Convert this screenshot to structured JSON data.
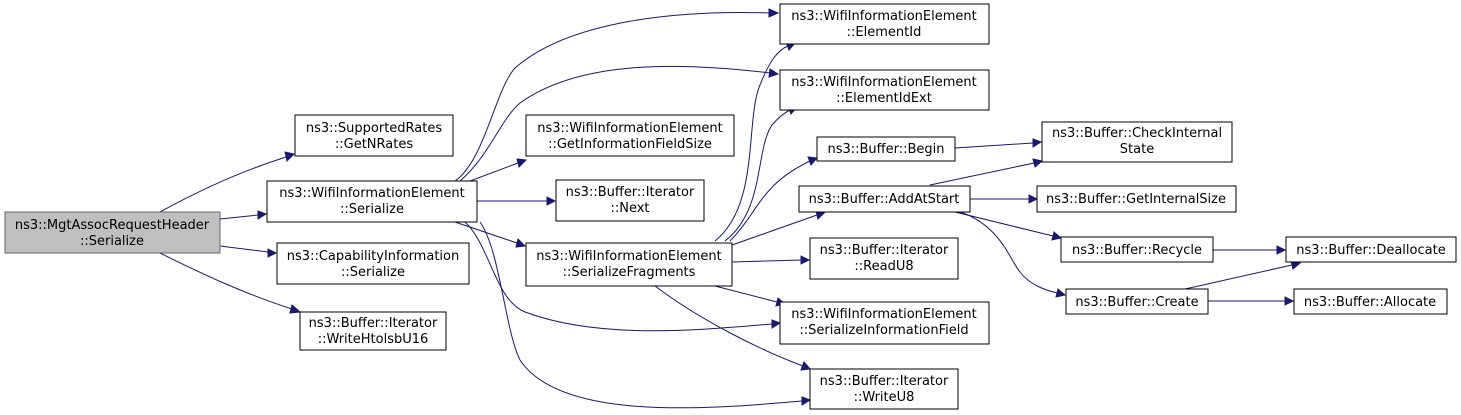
{
  "graph": {
    "edge_color": "#191970",
    "root_fill": "#bfbfbf",
    "node_fill": "#ffffff",
    "nodes": {
      "root": {
        "line1": "ns3::MgtAssocRequestHeader",
        "line2": "::Serialize"
      },
      "supportedRates": {
        "line1": "ns3::SupportedRates",
        "line2": "::GetNRates"
      },
      "wieSerialize": {
        "line1": "ns3::WifiInformationElement",
        "line2": "::Serialize"
      },
      "capSerialize": {
        "line1": "ns3::CapabilityInformation",
        "line2": "::Serialize"
      },
      "writeHtolsbU16": {
        "line1": "ns3::Buffer::Iterator",
        "line2": "::WriteHtolsbU16"
      },
      "getInfoFieldSize": {
        "line1": "ns3::WifiInformationElement",
        "line2": "::GetInformationFieldSize"
      },
      "iterNext": {
        "line1": "ns3::Buffer::Iterator",
        "line2": "::Next"
      },
      "serializeFragments": {
        "line1": "ns3::WifiInformationElement",
        "line2": "::SerializeFragments"
      },
      "elementId": {
        "line1": "ns3::WifiInformationElement",
        "line2": "::ElementId"
      },
      "elementIdExt": {
        "line1": "ns3::WifiInformationElement",
        "line2": "::ElementIdExt"
      },
      "bufferBegin": {
        "line1": "ns3::Buffer::Begin",
        "line2": ""
      },
      "addAtStart": {
        "line1": "ns3::Buffer::AddAtStart",
        "line2": ""
      },
      "readU8": {
        "line1": "ns3::Buffer::Iterator",
        "line2": "::ReadU8"
      },
      "serializeInfoField": {
        "line1": "ns3::WifiInformationElement",
        "line2": "::SerializeInformationField"
      },
      "writeU8": {
        "line1": "ns3::Buffer::Iterator",
        "line2": "::WriteU8"
      },
      "checkInternalState": {
        "line1": "ns3::Buffer::CheckInternal",
        "line2": "State"
      },
      "getInternalSize": {
        "line1": "ns3::Buffer::GetInternalSize",
        "line2": ""
      },
      "recycle": {
        "line1": "ns3::Buffer::Recycle",
        "line2": ""
      },
      "create": {
        "line1": "ns3::Buffer::Create",
        "line2": ""
      },
      "deallocate": {
        "line1": "ns3::Buffer::Deallocate",
        "line2": ""
      },
      "allocate": {
        "line1": "ns3::Buffer::Allocate",
        "line2": ""
      }
    }
  }
}
